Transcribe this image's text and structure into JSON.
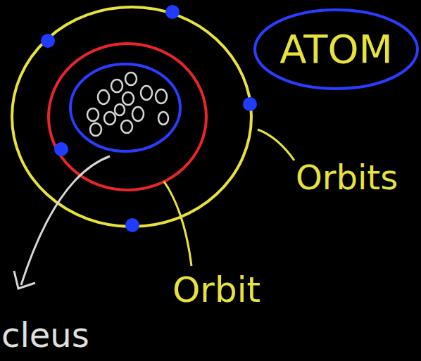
{
  "diagram": {
    "nodes": [
      {
        "text": [
          "ATOM"
        ]
      }
    ],
    "labels": [
      "Orbits",
      "Orbit",
      "cleus"
    ]
  }
}
